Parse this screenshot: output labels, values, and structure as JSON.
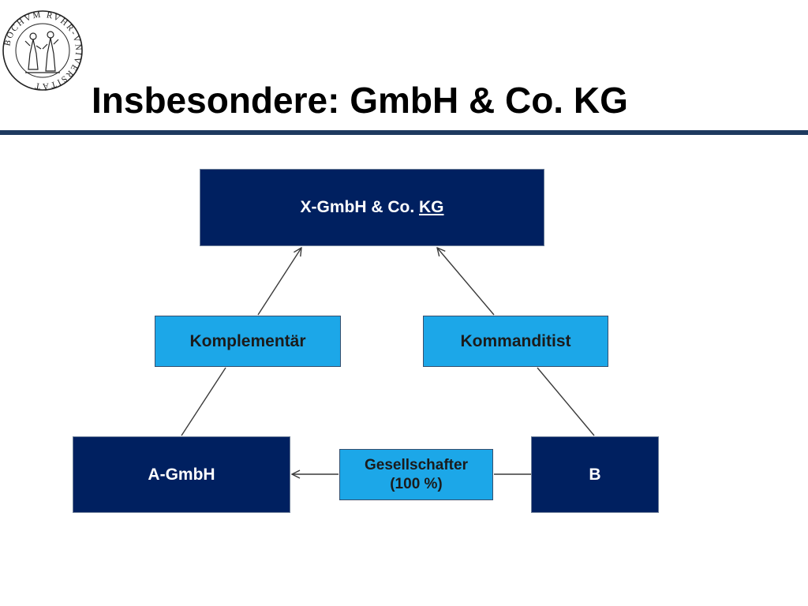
{
  "slide": {
    "title": "Insbesondere: GmbH & Co. KG",
    "logo": {
      "icon": "university-seal-icon",
      "text": "BOCHVM RVHR-VNIVERSITÄT"
    }
  },
  "diagram": {
    "top_box": {
      "label_prefix": "X-GmbH & Co. ",
      "label_underlined": "KG"
    },
    "left_role": {
      "label": "Komplementär"
    },
    "right_role": {
      "label": "Kommanditist"
    },
    "left_entity": {
      "label": "A-GmbH"
    },
    "right_entity": {
      "label": "B"
    },
    "relation": {
      "line1": "Gesellschafter",
      "line2": "(100 %)"
    },
    "colors": {
      "dark_box": "#002060",
      "light_box": "#1ca7e8",
      "title_rule": "#1e3a5f",
      "connector": "#3a3a3a"
    }
  }
}
